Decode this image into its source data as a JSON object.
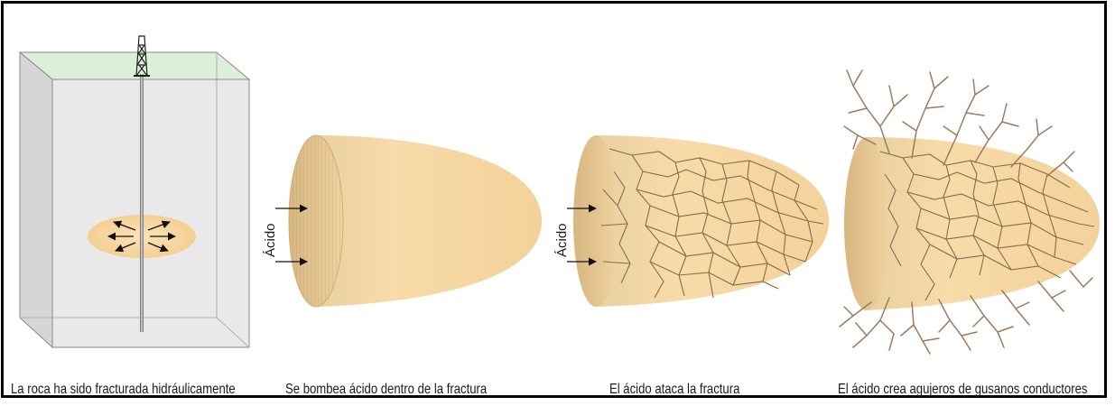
{
  "captions": {
    "panel1": "La roca ha sido fracturada hidráulicamente",
    "panel2": "Se bombea ácido dentro de la fractura",
    "panel3": "El ácido ataca la fractura",
    "panel4": "El ácido crea agujeros de gusanos conductores"
  },
  "arrow_label": "Ácido",
  "colors": {
    "fracture_fill": "#f6d8a3",
    "fracture_edge": "#e6bd7c",
    "crack_line": "#8a6a4a",
    "wormhole": "#9b7b5e",
    "box_side": "#e3e3e5",
    "box_top": "#dcefd8",
    "frame": "#000000"
  }
}
